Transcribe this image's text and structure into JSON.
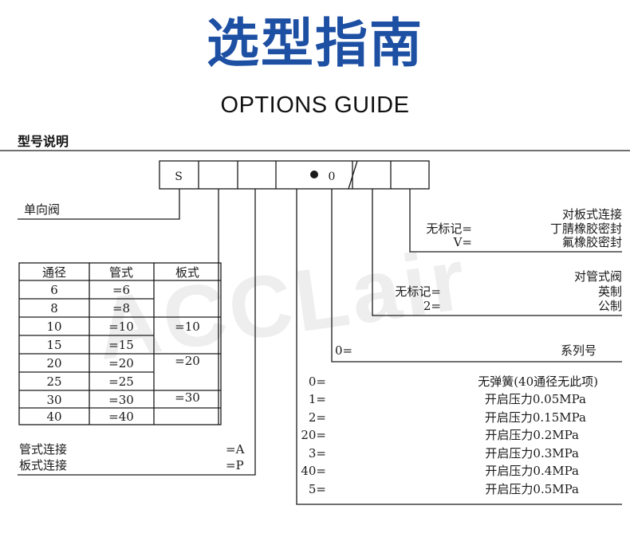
{
  "header": {
    "title_cn": "选型指南",
    "title_en": "OPTIONS GUIDE",
    "section_title": "型号说明"
  },
  "watermark": "ACCLair",
  "code_boxes": [
    "S",
    "",
    "",
    "•",
    "0",
    "/",
    "",
    ""
  ],
  "labels": {
    "valve_type": "单向阀",
    "conn_pipe": "管式连接",
    "conn_pipe_code": "=A",
    "conn_plate": "板式连接",
    "conn_plate_code": "=P",
    "series_code": "0=",
    "series_name": "系列号"
  },
  "size_table": {
    "headers": [
      "通径",
      "管式",
      "板式"
    ],
    "rows": [
      {
        "size": "6",
        "pipe": "=6",
        "plate": ""
      },
      {
        "size": "8",
        "pipe": "=8",
        "plate": ""
      },
      {
        "size": "10",
        "pipe": "=10",
        "plate": "=10"
      },
      {
        "size": "15",
        "pipe": "=15",
        "plate": ""
      },
      {
        "size": "20",
        "pipe": "=20",
        "plate": "=20"
      },
      {
        "size": "25",
        "pipe": "=25",
        "plate": ""
      },
      {
        "size": "30",
        "pipe": "=30",
        "plate": "=30"
      },
      {
        "size": "40",
        "pipe": "=40",
        "plate": ""
      }
    ]
  },
  "seal": {
    "title": "对板式连接",
    "options": [
      {
        "code": "无标记=",
        "desc": "丁腈橡胶密封"
      },
      {
        "code": "V=",
        "desc": "氟橡胶密封"
      }
    ]
  },
  "thread": {
    "title": "对管式阀",
    "options": [
      {
        "code": "无标记=",
        "desc": "英制"
      },
      {
        "code": "2=",
        "desc": "公制"
      }
    ]
  },
  "spring": {
    "options": [
      {
        "code": "0=",
        "desc": "无弹簧(40通径无此项)"
      },
      {
        "code": "1=",
        "desc": "开启压力0.05MPa"
      },
      {
        "code": "2=",
        "desc": "开启压力0.15MPa"
      },
      {
        "code": "20=",
        "desc": "开启压力0.2MPa"
      },
      {
        "code": "3=",
        "desc": "开启压力0.3MPa"
      },
      {
        "code": "40=",
        "desc": "开启压力0.4MPa"
      },
      {
        "code": "5=",
        "desc": "开启压力0.5MPa"
      }
    ]
  }
}
